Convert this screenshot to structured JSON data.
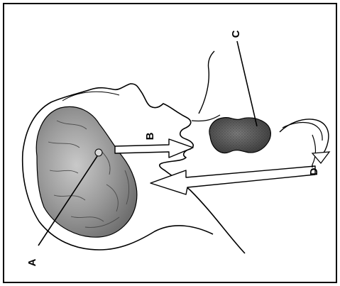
{
  "labels": {
    "a": "A",
    "b": "B",
    "c": "C",
    "d": "D"
  },
  "colors": {
    "outline": "#000000",
    "brain_fill": "#8a8a8a",
    "gland_fill": "#555555",
    "background": "#ffffff"
  }
}
